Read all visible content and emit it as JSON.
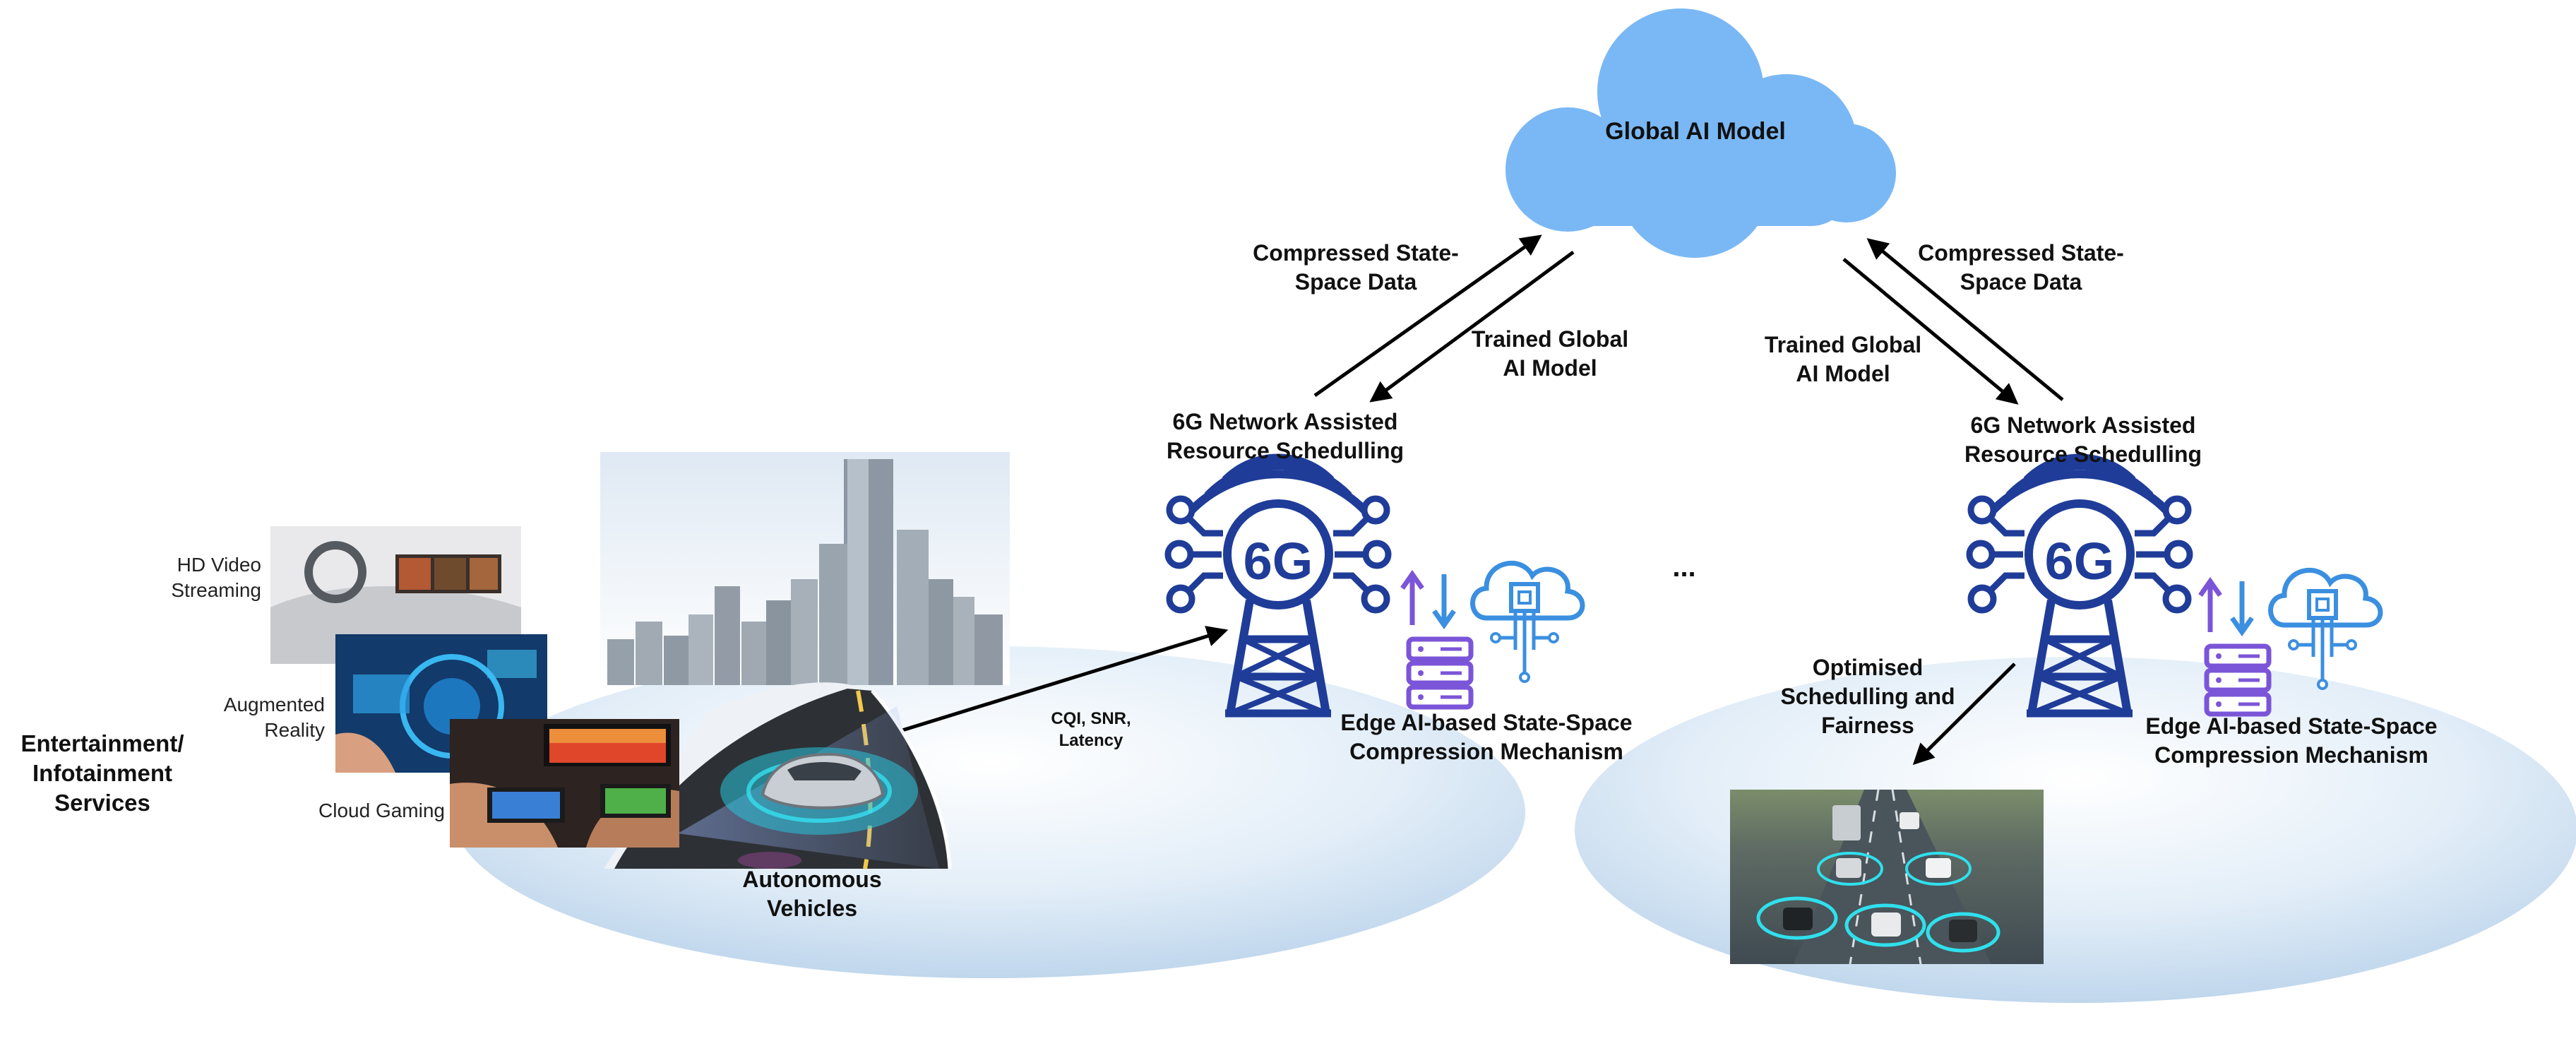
{
  "cloud": {
    "label": "Global AI Model"
  },
  "left_cluster": {
    "upload_label_1": "Compressed State-",
    "upload_label_2": "Space Data",
    "download_label_1": "Trained Global",
    "download_label_2": "AI Model",
    "scheduling_label_1": "6G Network Assisted",
    "scheduling_label_2": "Resource Schedulling",
    "edge_label_1": "Edge AI-based State-Space",
    "edge_label_2": "Compression Mechanism",
    "link_label_1": "CQI, SNR,",
    "link_label_2": "Latency",
    "vehicles_label_1": "Autonomous",
    "vehicles_label_2": "Vehicles"
  },
  "right_cluster": {
    "upload_label_1": "Compressed State-",
    "upload_label_2": "Space Data",
    "download_label_1": "Trained Global",
    "download_label_2": "AI Model",
    "scheduling_label_1": "6G Network Assisted",
    "scheduling_label_2": "Resource Schedulling",
    "edge_label_1": "Edge AI-based State-Space",
    "edge_label_2": "Compression Mechanism",
    "optimised_label_1": "Optimised",
    "optimised_label_2": "Schedulling and",
    "optimised_label_3": "Fairness"
  },
  "tower_text": "6G",
  "ellipsis": "...",
  "services": {
    "group_label_1": "Entertainment/",
    "group_label_2": "Infotainment",
    "group_label_3": "Services",
    "items": [
      {
        "label_1": "HD Video",
        "label_2": "Streaming"
      },
      {
        "label_1": "Augmented",
        "label_2": "Reality"
      },
      {
        "label_1": "Cloud Gaming",
        "label_2": ""
      }
    ]
  },
  "colors": {
    "cloud": "#7ab8f5",
    "tower": "#1f3c98",
    "edge_purple": "#7b55d8",
    "edge_blue": "#3b8fe0",
    "ellipse": "#c7dcef"
  }
}
